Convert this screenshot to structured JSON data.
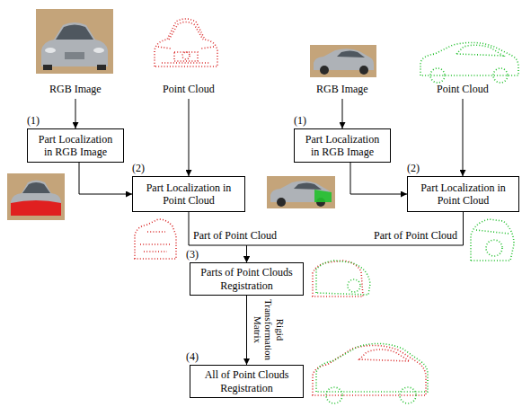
{
  "diagram": {
    "nodes": [
      {
        "text": [
          "Part Localization in RGB Image"
        ]
      },
      {
        "text": [
          "Part Localization in Point Cloud"
        ]
      },
      {
        "text": [
          "Part Localization in RGB Image"
        ]
      },
      {
        "text": [
          "Part Localization in Point Cloud"
        ]
      },
      {
        "text": [
          "Parts of Point Clouds Registration"
        ]
      },
      {
        "text": [
          "All of Point Clouds Registration"
        ]
      }
    ],
    "edges": [
      {
        "from": 0,
        "to": 1,
        "arrow": "to"
      },
      {
        "from": 2,
        "to": 3,
        "arrow": "to"
      },
      {
        "from": 1,
        "to": 4,
        "label": "Part of Point Cloud",
        "arrow": "to"
      },
      {
        "from": 3,
        "to": 4,
        "label": "Part of Point Cloud",
        "arrow": "to"
      },
      {
        "from": 4,
        "to": 5,
        "label": "Rigid Transformation Matrix",
        "arrow": "to"
      }
    ],
    "labels": [
      "RGB Image",
      "Point Cloud",
      "RGB Image",
      "Point Cloud",
      "(1)",
      "(1)",
      "(2)",
      "(2)",
      "(3)",
      "(4)"
    ]
  }
}
